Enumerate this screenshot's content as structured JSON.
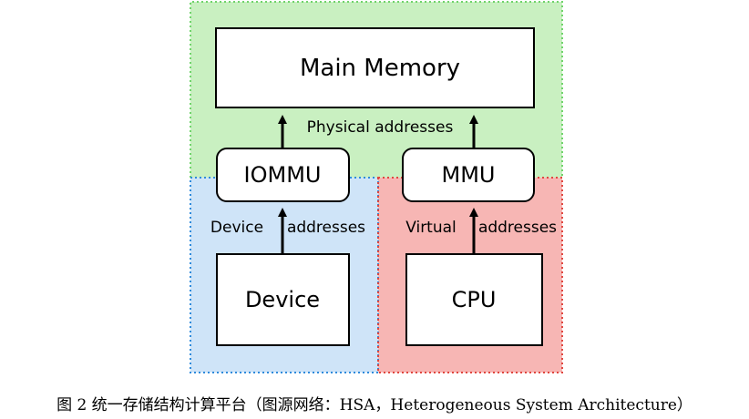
{
  "diagram": {
    "regions": {
      "green": {
        "color": "#c9f0c1",
        "border": "#6fd36a"
      },
      "blue": {
        "color": "#cfe4f8",
        "border": "#2f8bdc"
      },
      "red": {
        "color": "#f7b6b4",
        "border": "#e0463f"
      }
    },
    "nodes": {
      "main_memory": "Main Memory",
      "iommu": "IOMMU",
      "mmu": "MMU",
      "device": "Device",
      "cpu": "CPU"
    },
    "edges": {
      "physical": "Physical addresses",
      "device_left": "Device",
      "device_right": "addresses",
      "virtual_left": "Virtual",
      "virtual_right": "addresses"
    }
  },
  "caption": "图 2 统一存储结构计算平台（图源网络：HSA，Heterogeneous System Architecture）"
}
